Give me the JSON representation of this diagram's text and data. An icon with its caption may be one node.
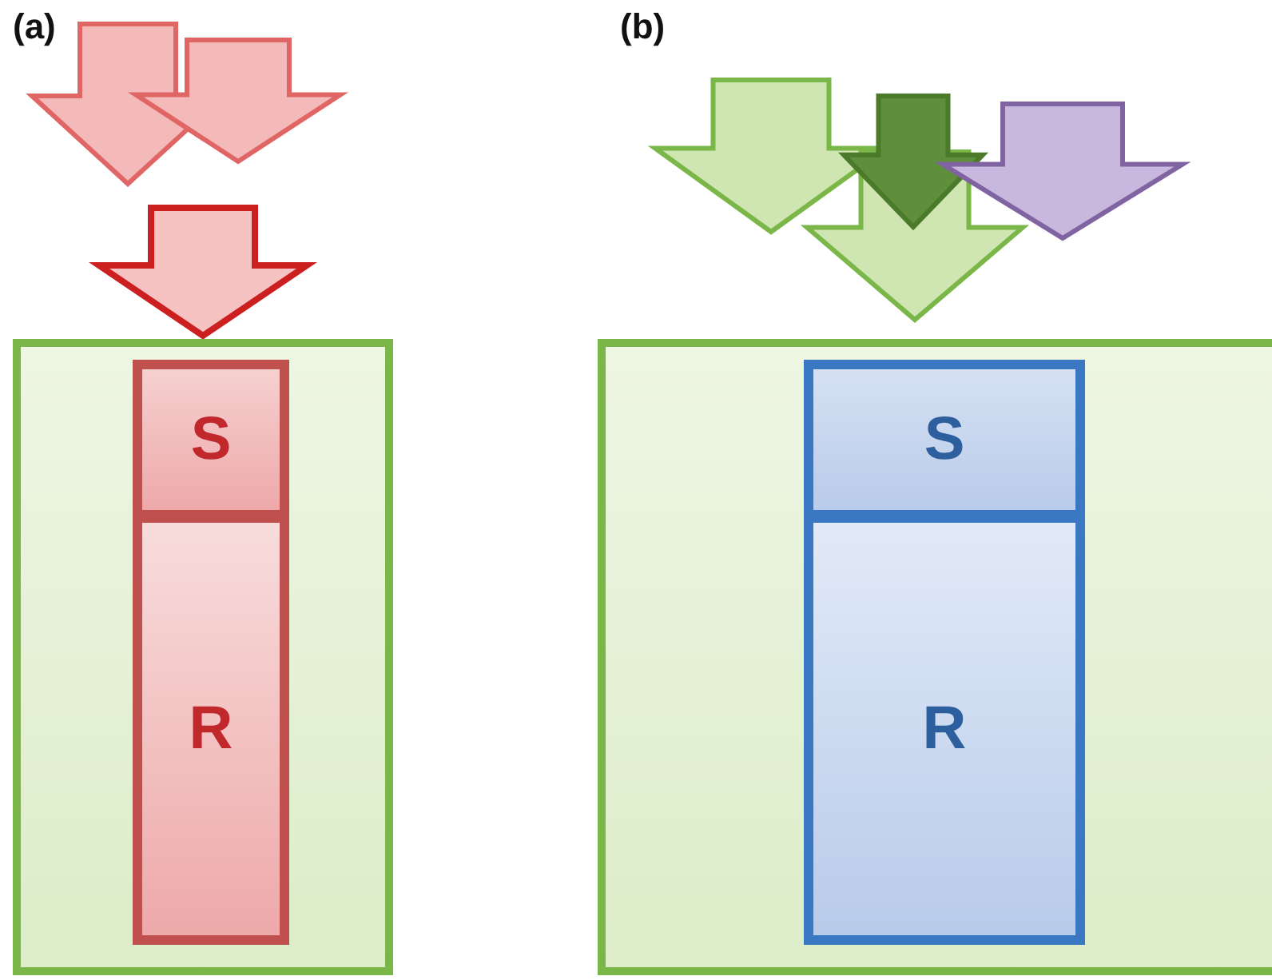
{
  "diagram": {
    "nodes": [
      {
        "text": [],
        "shape": "box"
      },
      {
        "text": [
          "S"
        ],
        "in": 0
      },
      {
        "text": [
          "R"
        ],
        "in": 0
      },
      {
        "text": [],
        "shape": "box"
      },
      {
        "text": [
          "S"
        ],
        "in": 3
      },
      {
        "text": [
          "R"
        ],
        "in": 3
      }
    ],
    "labels": [
      "(a)",
      "(b)"
    ]
  }
}
